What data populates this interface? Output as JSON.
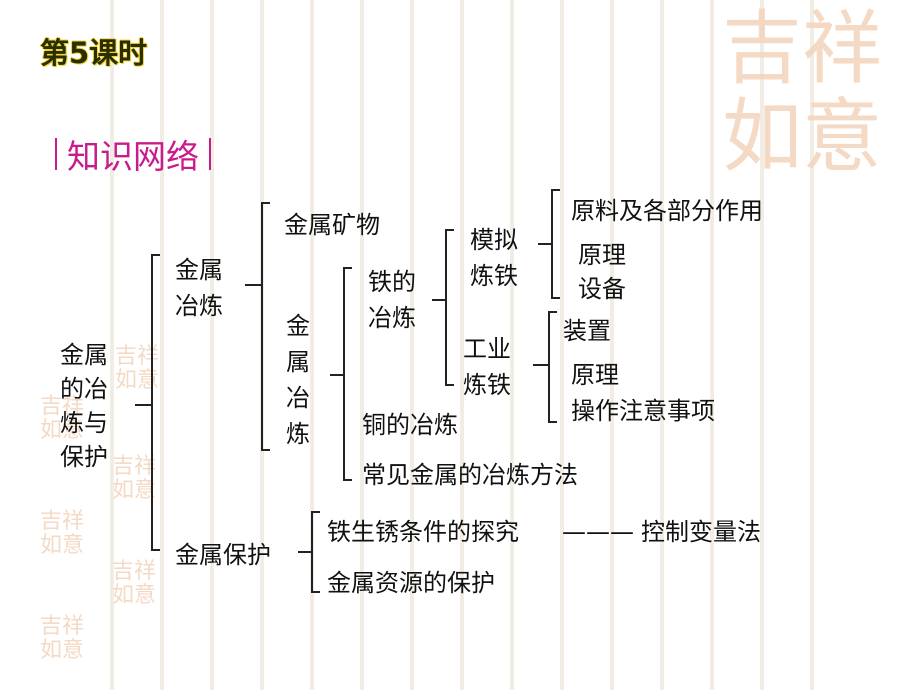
{
  "header": {
    "lesson": "第5课时",
    "section": "知识网络"
  },
  "watermark": {
    "text": "吉祥如意",
    "color": "#f3d6bf"
  },
  "colors": {
    "heading": "#c81c8c",
    "title": "#2a2f00",
    "title_glow": "#f2d33a"
  },
  "tree": {
    "root": "金属的冶炼与保护",
    "smelting": "金属冶炼",
    "minerals": "金属矿物",
    "metal_smelting": "金属冶炼",
    "iron_smelting": "铁的冶炼",
    "simulated_iron": "模拟炼铁",
    "sim_items": [
      "原料及各部分作用",
      "原理",
      "设备"
    ],
    "industrial_iron": "工业炼铁",
    "ind_items": [
      "装置",
      "原理",
      "操作注意事项"
    ],
    "copper_smelting": "铜的冶炼",
    "common_methods": "常见金属的冶炼方法",
    "protection": "金属保护",
    "rust_inquiry": "铁生锈条件的探究",
    "dash": "———",
    "variable_control": "控制变量法",
    "resource_protection": "金属资源的保护"
  }
}
